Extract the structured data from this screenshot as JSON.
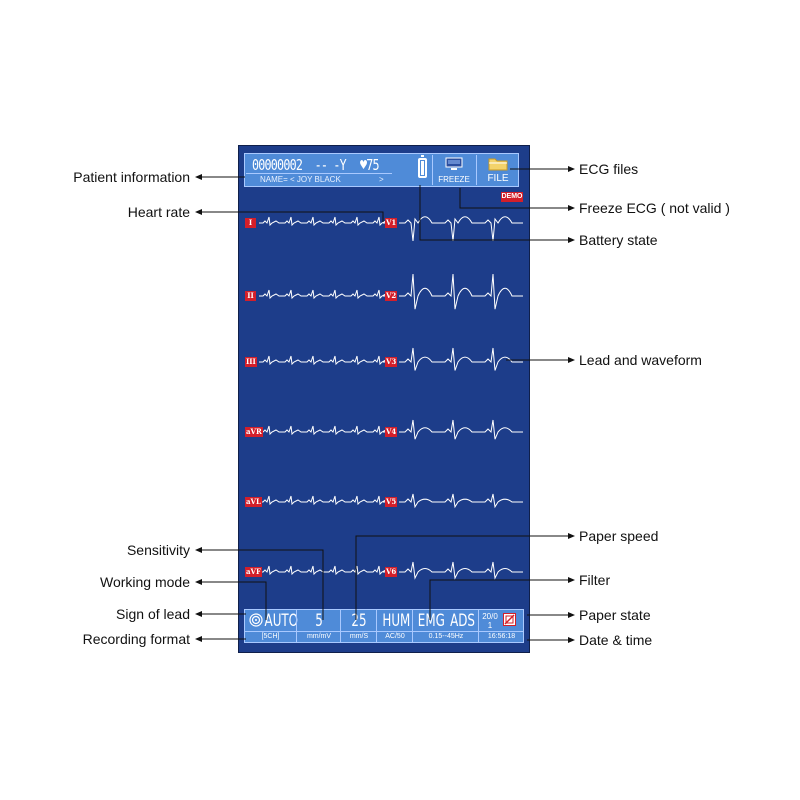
{
  "screen": {
    "top_bar": {
      "patient_id": "00000002",
      "age": "-- -Y",
      "heart_rate": "♥75",
      "name": "NAME= < JOY BLACK",
      "name_end": ">",
      "freeze_label": "FREEZE",
      "file_label": "FILE"
    },
    "demo_tag": "DEMO",
    "leads_left": [
      "I",
      "II",
      "III",
      "aVR",
      "aVL",
      "aVF"
    ],
    "leads_right": [
      "V1",
      "V2",
      "V3",
      "V4",
      "V5",
      "V6"
    ],
    "bottom_bar": {
      "mode": "AUTO",
      "record_format": "[5CH]",
      "sensitivity": "5",
      "sensitivity_unit": "mm/mV",
      "paper_speed": "25",
      "paper_speed_unit": "mm/S",
      "hum": "HUM",
      "hum_sub": "AC/50",
      "emg": "EMG",
      "ads": "ADS",
      "filter_range": "0.15--45Hz",
      "date": "20/01",
      "time": "16:56:18"
    }
  },
  "callouts": {
    "left": [
      "Patient information",
      "Heart rate",
      "Sensitivity",
      "Working mode",
      "Sign of lead",
      "Recording format"
    ],
    "right": [
      "ECG files",
      "Freeze ECG ( not valid )",
      "Battery state",
      "Lead and waveform",
      "Paper speed",
      "Filter",
      "Paper state",
      "Date & time"
    ]
  },
  "colors": {
    "screen_bg": "#1d3d8a",
    "bar_bg": "#4f8bd8",
    "lead_tag": "#d31f2a",
    "waveform": "#ffffff"
  },
  "icons": [
    "battery-icon",
    "monitor-icon",
    "folder-icon",
    "spiral-icon",
    "paper-state-icon"
  ]
}
